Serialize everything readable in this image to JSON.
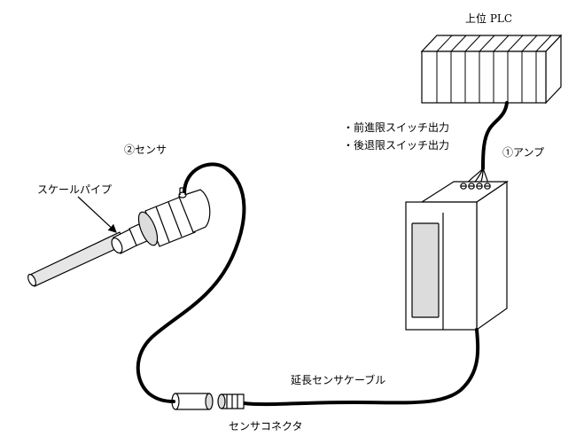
{
  "labels": {
    "plc": "上位 PLC",
    "output_forward": "・前進限スイッチ出力",
    "output_backward": "・後退限スイッチ出力",
    "amplifier": "①アンプ",
    "sensor": "②センサ",
    "scale_pipe": "スケールパイプ",
    "extension_cable": "延長センサケーブル",
    "sensor_connector": "センサコネクタ"
  },
  "colors": {
    "line": "#000000",
    "fill": "#ffffff",
    "face_shade": "#dcdcdc",
    "pipe_shade": "#e6e6e6"
  }
}
